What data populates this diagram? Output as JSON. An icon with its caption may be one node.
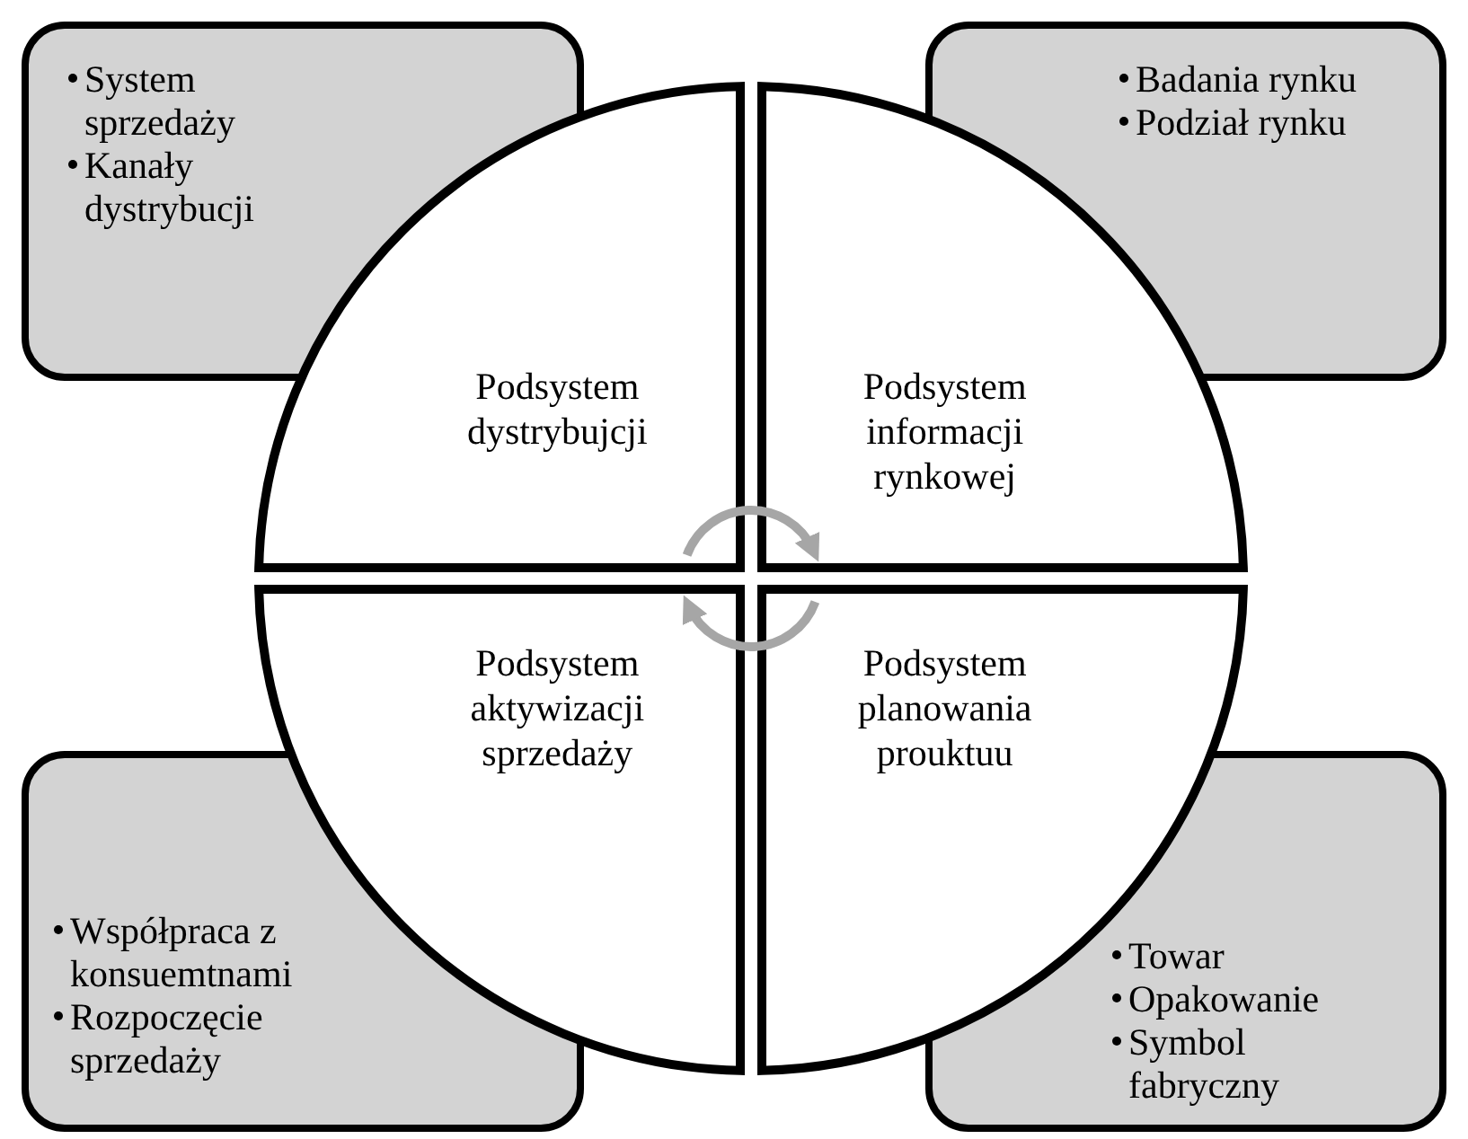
{
  "diagram": {
    "nodes": [
      {
        "text": [
          "System sprzedaży",
          "Kanały dystrybucji"
        ]
      },
      {
        "text": [
          "Badania rynku",
          "Podział rynku"
        ]
      },
      {
        "text": [
          "Podsystem dystrybujcji"
        ]
      },
      {
        "text": [
          "Podsystem informacji rynkowej"
        ]
      },
      {
        "text": [
          "Podsystem aktywizacji sprzedaży"
        ]
      },
      {
        "text": [
          "Podsystem planowania prouktuu"
        ]
      },
      {
        "text": [
          "Współpraca z konsuemtnami",
          "Rozpoczęcie sprzedaży"
        ]
      },
      {
        "text": [
          "Towar",
          "Opakowanie",
          "Symbol fabryczny"
        ]
      }
    ],
    "edges": [
      {
        "from": 2,
        "to": 3,
        "arrow": "to"
      },
      {
        "from": 5,
        "to": 4,
        "arrow": "to"
      }
    ]
  }
}
